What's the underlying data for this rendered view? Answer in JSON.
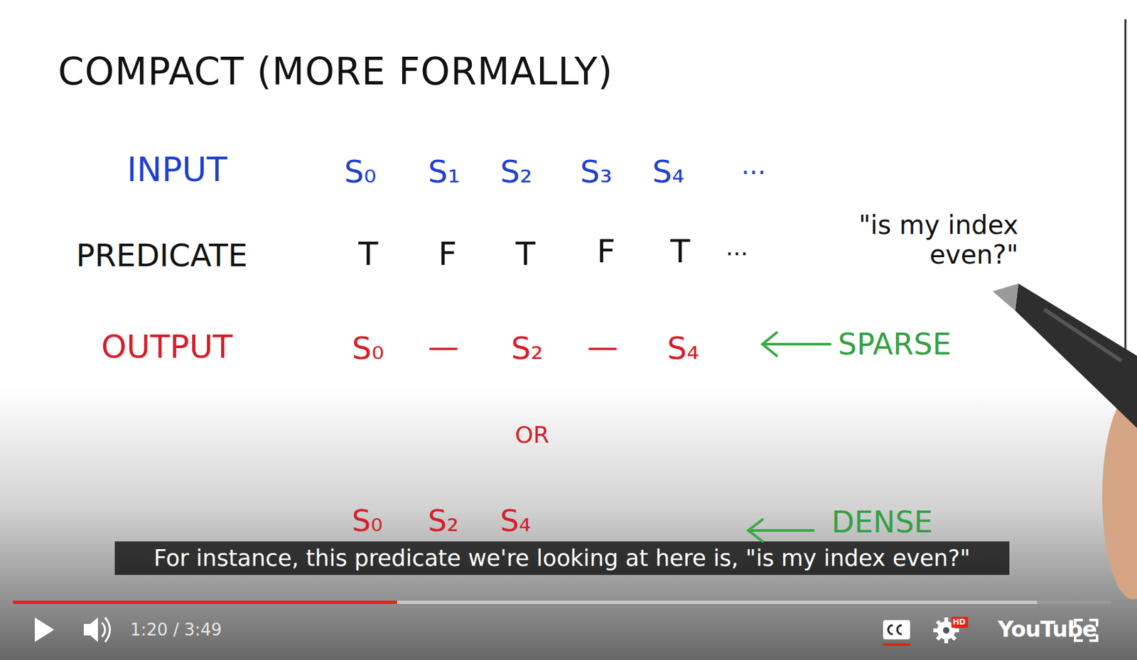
{
  "diagram": {
    "title": "COMPACT (MORE FORMALLY)",
    "caption": "For instance, this predicate we're looking at here is, \"is my index even?\"",
    "labels": [
      "INPUT",
      "S₀",
      "S₁",
      "S₂",
      "S₃",
      "S₄",
      "...",
      "PREDICATE",
      "T",
      "F",
      "T",
      "F",
      "T",
      "...",
      "\"is my index even?\"",
      "OUTPUT",
      "S₀",
      "—",
      "S₂",
      "—",
      "S₄",
      "SPARSE",
      "OR",
      "S₀",
      "S₂",
      "S₄",
      "DENSE",
      "1:20 / 3:49",
      "HD",
      "YouTube"
    ]
  }
}
